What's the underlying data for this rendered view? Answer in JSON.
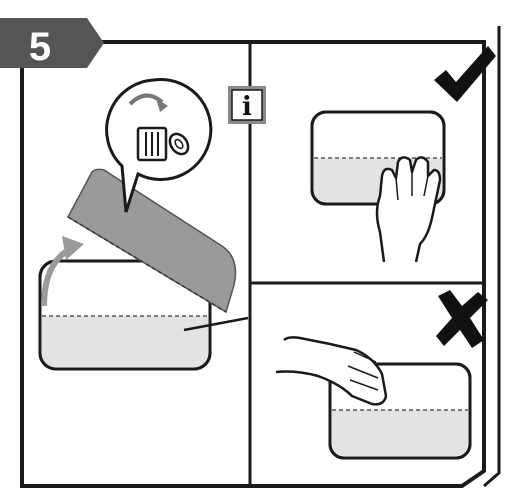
{
  "step": {
    "number": "5"
  },
  "info_badge": {
    "letter": "i",
    "icon": "info-icon"
  },
  "panels": {
    "left": {
      "content": "peel-off-backing-film",
      "icons": [
        "trash-bin-icon",
        "curved-arrow-icon"
      ]
    },
    "top_right": {
      "status": "correct",
      "icon": "check-mark-icon",
      "content": "hand-pressing-label"
    },
    "bottom_right": {
      "status": "incorrect",
      "icon": "cross-mark-icon",
      "content": "hand-pressing-label-edge"
    }
  },
  "colors": {
    "step_badge": "#555555",
    "step_text": "#ffffff",
    "frame": "#1a1a1a",
    "film": "#9a9a9a",
    "label_fill": "#e3e3e3",
    "info_bg": "#8a8a8a",
    "check": "#111111",
    "cross": "#111111"
  }
}
